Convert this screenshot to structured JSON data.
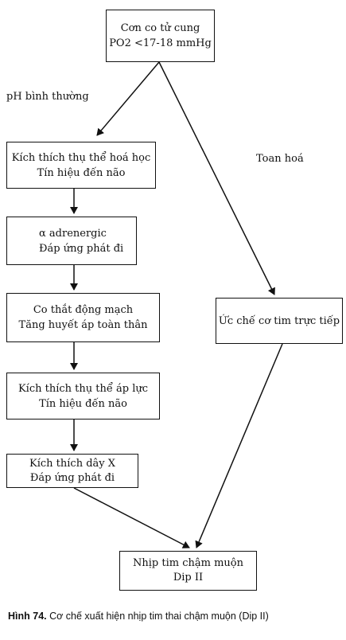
{
  "nodes": {
    "top": {
      "line1": "Cơn co tử cung",
      "line2": "PO2 <17-18 mmHg"
    },
    "chemo": {
      "line1": "Kích thích thụ thể hoá học",
      "line2": "Tín hiệu đến não"
    },
    "alpha": {
      "line1": "α adrenergic",
      "line2": "Đáp ứng phát đi"
    },
    "vaso": {
      "line1": "Co thắt động mạch",
      "line2": "Tăng huyết áp toàn thân"
    },
    "baro": {
      "line1": "Kích thích thụ thể áp lực",
      "line2": "Tín hiệu đến não"
    },
    "vagus": {
      "line1": "Kích thích dây X",
      "line2": "Đáp ứng phát đi"
    },
    "inhibit": {
      "line1": "Ức chế cơ tim trực tiếp"
    },
    "result": {
      "line1": "Nhịp tim chậm muộn",
      "line2": "Dip II"
    }
  },
  "branch_labels": {
    "normal_ph": "pH bình thường",
    "acidosis": "Toan hoá"
  },
  "caption": {
    "prefix": "Hình 74.",
    "text": "Cơ chế xuất hiện nhịp tim thai chậm muộn (Dip II)"
  }
}
